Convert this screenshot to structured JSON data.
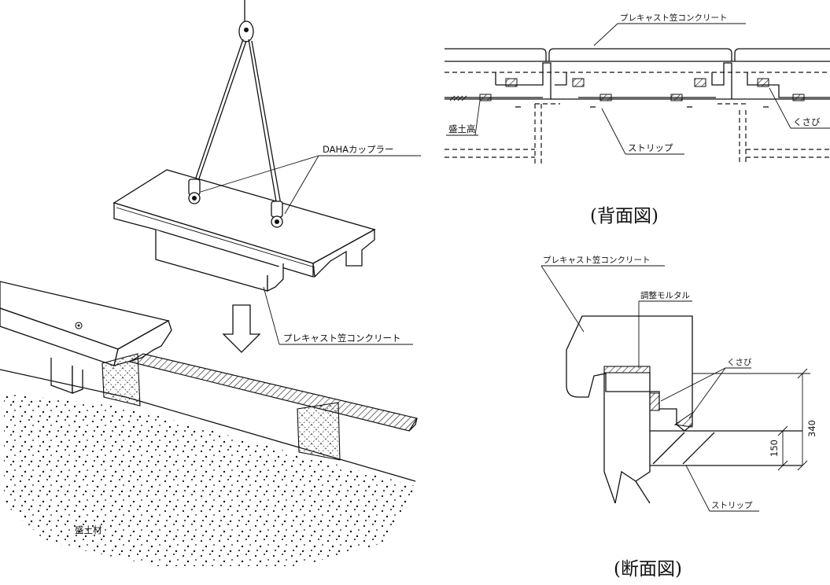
{
  "labels": {
    "dahaCoupler": "DAHAカップラー",
    "precastLeft": "プレキャスト笠コンクリート",
    "embankmentMaterial": "盛土材",
    "precastBack": "プレキャスト笠コンクリート",
    "embankmentHeight": "盛土高",
    "stirrupBack": "ストリップ",
    "wedgeBack": "くさび",
    "precastSection": "プレキャスト笠コンクリート",
    "adjustMortar": "調整モルタル",
    "wedgeSection": "くさび",
    "stirrupSection": "ストリップ",
    "dim340": "340",
    "dim150": "150"
  },
  "captions": {
    "back": "(背面図)",
    "section": "(断面図)"
  }
}
